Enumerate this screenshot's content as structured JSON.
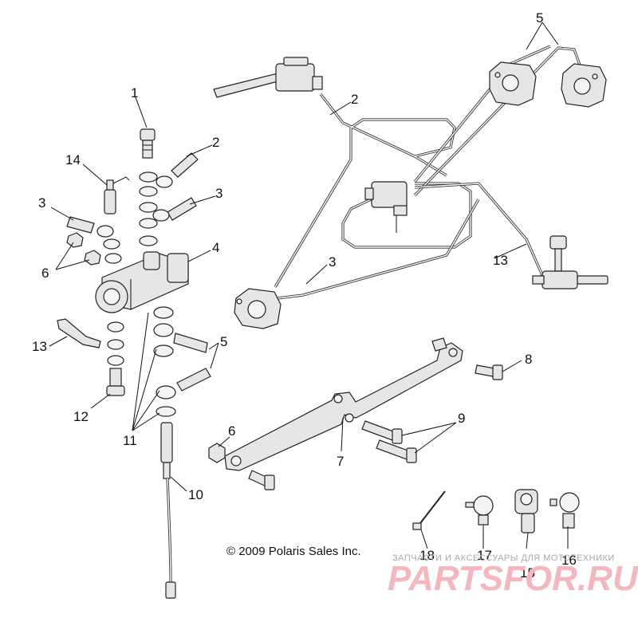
{
  "callouts": [
    {
      "key": "c1",
      "text": "1"
    },
    {
      "key": "c2a",
      "text": "2"
    },
    {
      "key": "c2b",
      "text": "2"
    },
    {
      "key": "c3a",
      "text": "3"
    },
    {
      "key": "c3b",
      "text": "3"
    },
    {
      "key": "c3c",
      "text": "3"
    },
    {
      "key": "c4",
      "text": "4"
    },
    {
      "key": "c5a",
      "text": "5"
    },
    {
      "key": "c5b",
      "text": "5"
    },
    {
      "key": "c6a",
      "text": "6"
    },
    {
      "key": "c6b",
      "text": "6"
    },
    {
      "key": "c7",
      "text": "7"
    },
    {
      "key": "c8",
      "text": "8"
    },
    {
      "key": "c9",
      "text": "9"
    },
    {
      "key": "c10",
      "text": "10"
    },
    {
      "key": "c11",
      "text": "11"
    },
    {
      "key": "c12",
      "text": "12"
    },
    {
      "key": "c13a",
      "text": "13"
    },
    {
      "key": "c13b",
      "text": "13"
    },
    {
      "key": "c14",
      "text": "14"
    },
    {
      "key": "c15",
      "text": "15"
    },
    {
      "key": "c16",
      "text": "16"
    },
    {
      "key": "c17",
      "text": "17"
    },
    {
      "key": "c18",
      "text": "18"
    }
  ],
  "copyright": "© 2009 Polaris Sales Inc.",
  "watermark": {
    "tagline": "ЗАПЧАСТИ И АКСЕССУАРЫ ДЛЯ МОТОТЕХНИКИ",
    "brand": "PARTSFOR.RU",
    "color": "#f4b7bd"
  }
}
